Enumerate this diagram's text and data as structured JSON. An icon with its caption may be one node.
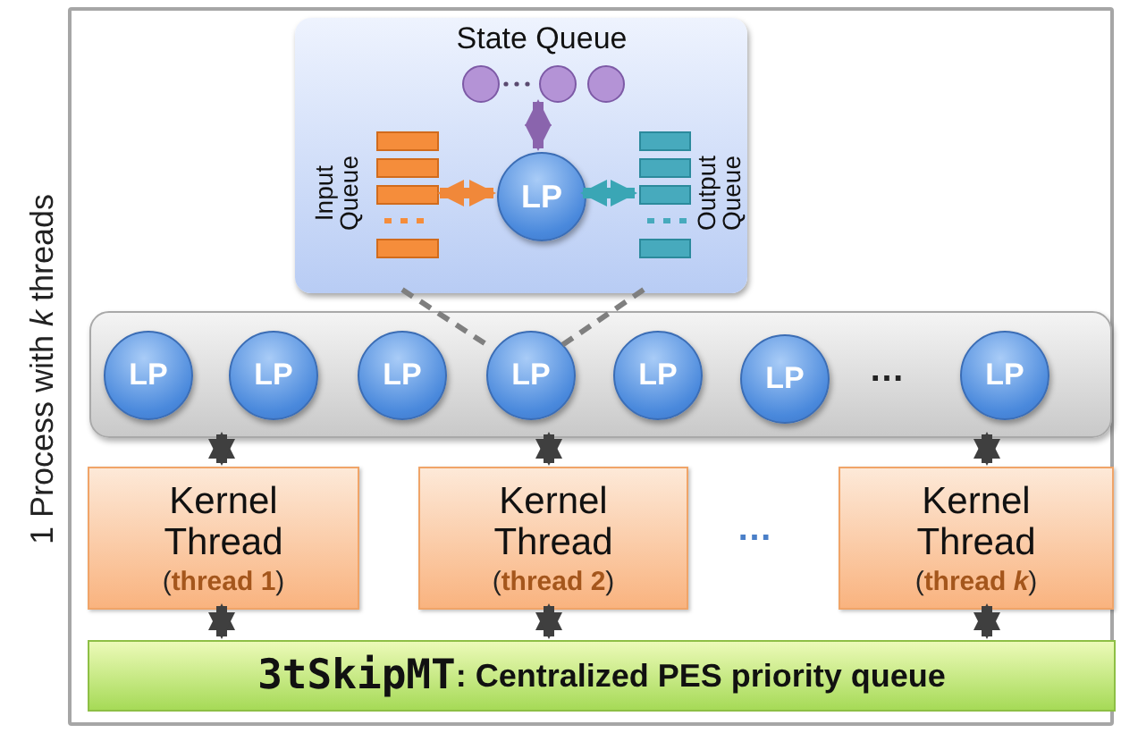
{
  "diagram": {
    "nodes": [
      {
        "text": [],
        "shape": "box",
        "beside": [
          "1 Process with *k* threads"
        ]
      },
      {
        "text": [],
        "shape": "box",
        "in": 0
      },
      {
        "text": [
          "LP"
        ],
        "in": 1
      },
      {
        "text": [
          "State Queue"
        ],
        "in": 1
      },
      {
        "text": [
          "Input Queue"
        ],
        "in": 1
      },
      {
        "text": [
          "Output Queue"
        ],
        "in": 1
      },
      {
        "text": [],
        "shape": "box",
        "in": 0
      },
      {
        "text": [
          "LP"
        ],
        "in": 6
      },
      {
        "text": [
          "LP"
        ],
        "in": 6
      },
      {
        "text": [
          "LP"
        ],
        "in": 6
      },
      {
        "text": [
          "LP"
        ],
        "in": 6
      },
      {
        "text": [
          "LP"
        ],
        "in": 6
      },
      {
        "text": [
          "LP"
        ],
        "in": 6
      },
      {
        "text": [
          "LP"
        ],
        "in": 6
      },
      {
        "text": [
          "Kernel Thread",
          "(**thread 1**)"
        ],
        "in": 0
      },
      {
        "text": [
          "Kernel Thread",
          "(**thread 2**)"
        ],
        "in": 0
      },
      {
        "text": [
          "Kernel Thread",
          "(**thread** *k*)"
        ],
        "in": 0
      },
      {
        "text": [
          "3tSkipMT",
          ": Centralized PES priority queue"
        ],
        "in": 0
      }
    ],
    "edges": [
      {
        "from": 2,
        "to": 3,
        "arrow": "both",
        "color": "#8a64ad"
      },
      {
        "from": 4,
        "to": 2,
        "arrow": "both",
        "color": "#f0883a"
      },
      {
        "from": 2,
        "to": 5,
        "arrow": "both",
        "color": "#3aa6b5"
      },
      {
        "from": 1,
        "to": 10,
        "arrow": "none",
        "style": "dashed",
        "color": "#7f7f7f"
      },
      {
        "from": 1,
        "to": 10,
        "arrow": "none",
        "style": "dashed",
        "color": "#7f7f7f"
      },
      {
        "from": 6,
        "to": 14,
        "arrow": "both"
      },
      {
        "from": 6,
        "to": 15,
        "arrow": "both"
      },
      {
        "from": 6,
        "to": 16,
        "arrow": "both"
      },
      {
        "from": 14,
        "to": 17,
        "arrow": "both"
      },
      {
        "from": 15,
        "to": 17,
        "arrow": "both"
      },
      {
        "from": 16,
        "to": 17,
        "arrow": "both"
      }
    ],
    "labels": [
      "…",
      "…"
    ]
  }
}
